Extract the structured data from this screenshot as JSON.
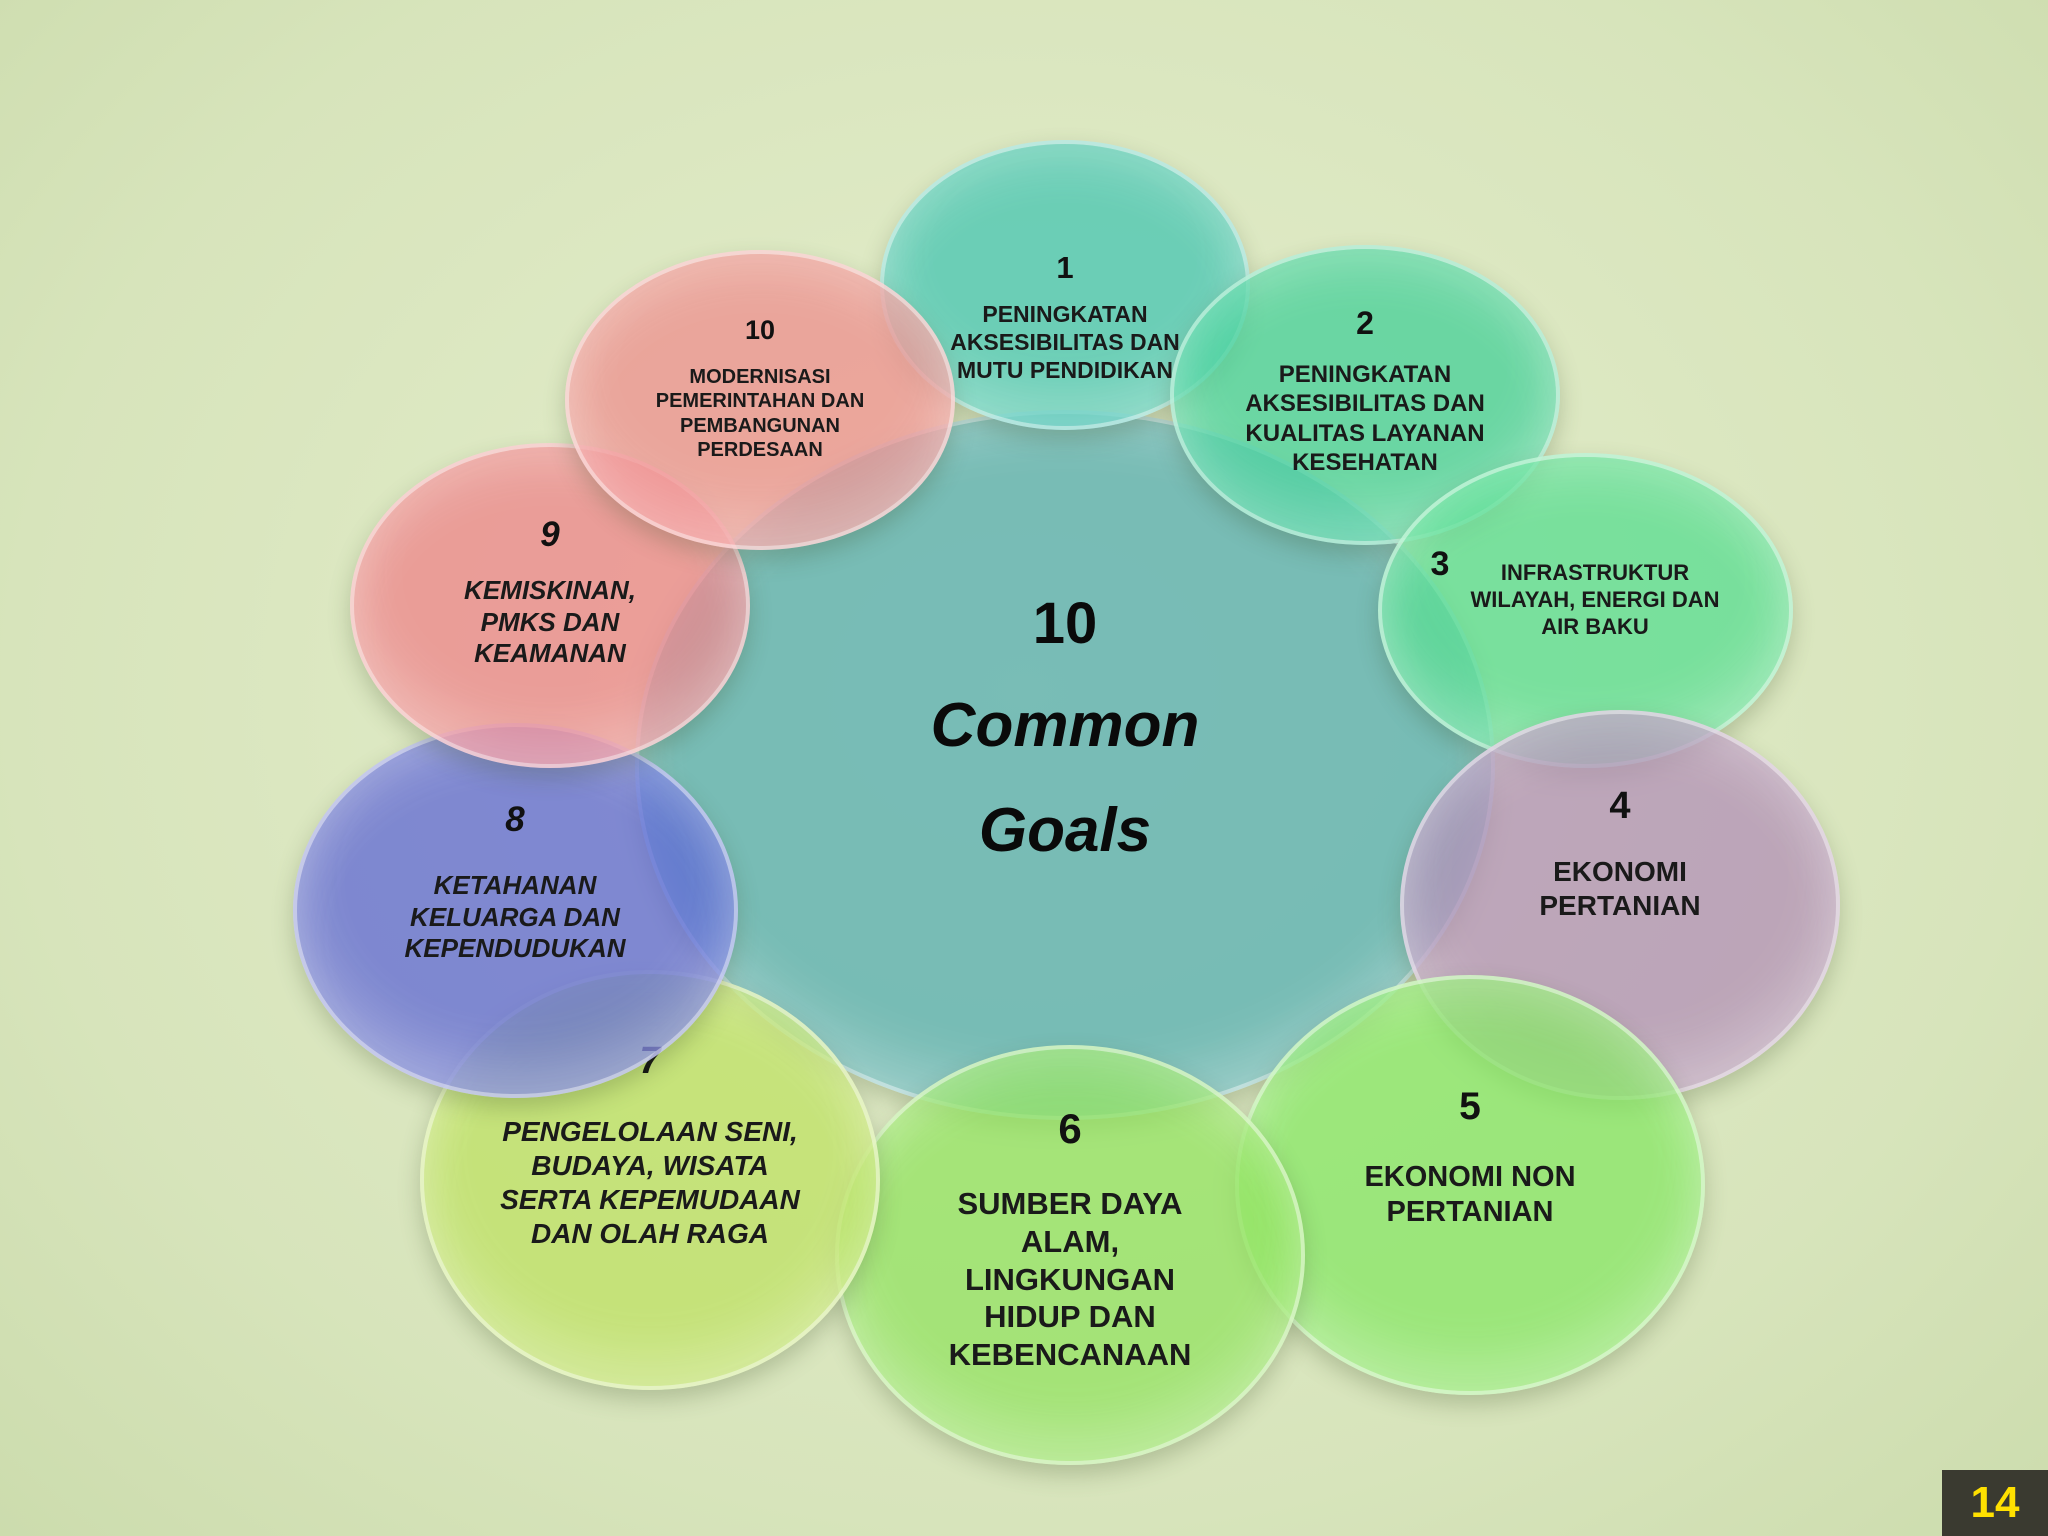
{
  "center": {
    "number": "10",
    "line1": "Common",
    "line2": "Goals"
  },
  "goals": [
    {
      "number": "1",
      "text": "PENINGKATAN\nAKSESIBILITAS DAN\nMUTU PENDIDIKAN",
      "color": "#3fc3b0"
    },
    {
      "number": "2",
      "text": "PENINGKATAN\nAKSESIBILITAS DAN\nKUALITAS LAYANAN\nKESEHATAN",
      "color": "#3dcf96"
    },
    {
      "number": "3",
      "text": "INFRASTRUKTUR\nWILAYAH, ENERGI DAN\nAIR BAKU",
      "color": "#52dc8e"
    },
    {
      "number": "4",
      "text": "EKONOMI\nPERTANIAN",
      "color": "#b08cb6"
    },
    {
      "number": "5",
      "text": "EKONOMI NON\nPERTANIAN",
      "color": "#82e660"
    },
    {
      "number": "6",
      "text": "SUMBER DAYA\nALAM,\nLINGKUNGAN\nHIDUP DAN\nKEBENCANAAN",
      "color": "#8fe25c"
    },
    {
      "number": "7",
      "text": "PENGELOLAAN SENI,\nBUDAYA, WISATA\nSERTA KEPEMUDAAN\nDAN OLAH RAGA",
      "color": "#bde05e"
    },
    {
      "number": "8",
      "text": "KETAHANAN\nKELUARGA DAN\nKEPENDUDUKAN",
      "color": "#5a62d6"
    },
    {
      "number": "9",
      "text": "KEMISKINAN,\nPMKS DAN\nKEAMANAN",
      "color": "#ee7f86"
    },
    {
      "number": "10",
      "text": "MODERNISASI\nPEMERINTAHAN DAN\nPEMBANGUNAN\nPERDESAAN",
      "color": "#ee8a8a"
    }
  ],
  "hub_color": "#5aaeb0",
  "slide_number": "14"
}
